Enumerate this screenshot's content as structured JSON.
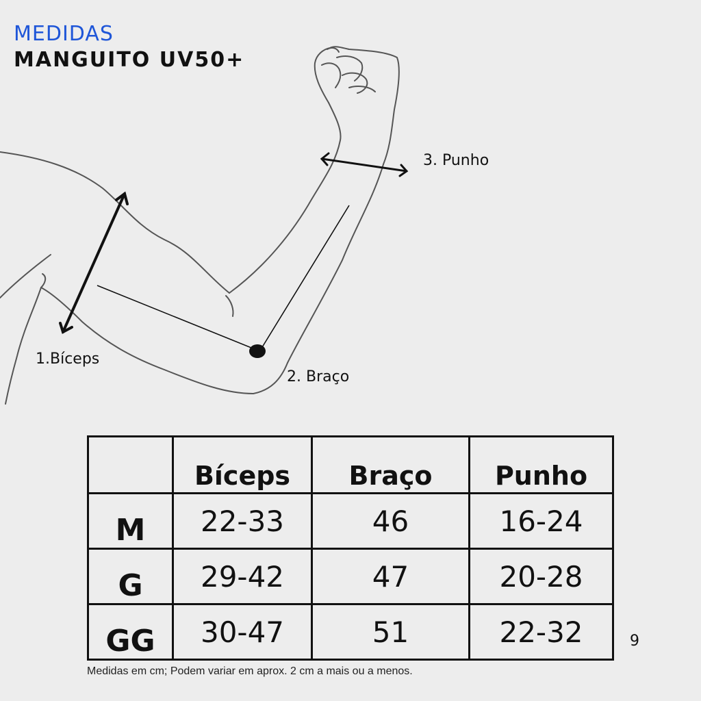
{
  "header": {
    "overline": "MEDIDAS",
    "title": "MANGUITO UV50+"
  },
  "callouts": {
    "punho": "3. Punho",
    "biceps": "1.Bíceps",
    "braco": "2. Braço"
  },
  "table": {
    "columns": [
      "",
      "Bíceps",
      "Braço",
      "Punho"
    ],
    "rows": [
      {
        "size": "M",
        "biceps": "22-33",
        "braco": "46",
        "punho": "16-24"
      },
      {
        "size": "G",
        "biceps": "29-42",
        "braco": "47",
        "punho": "20-28"
      },
      {
        "size": "GG",
        "biceps": "30-47",
        "braco": "51",
        "punho": "22-32"
      }
    ]
  },
  "page_number": "9",
  "footnote": "Medidas em cm; Podem variar em aprox. 2 cm a mais ou a menos.",
  "colors": {
    "accent": "#1f56d8",
    "background": "#ededed",
    "line": "#111111"
  }
}
